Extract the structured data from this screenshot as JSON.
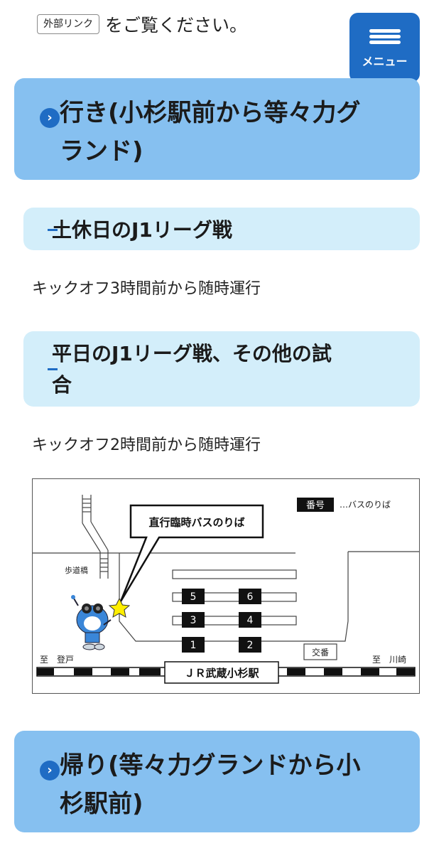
{
  "intro": {
    "link_label": "外部リンク",
    "text": "をご覧ください。"
  },
  "menu": {
    "label": "メニュー"
  },
  "section_outbound": {
    "title_line1": "行き(小杉駅前から等々力グ",
    "title_line2": "ランド)"
  },
  "sub_weekend": {
    "title": "土休日のJ1リーグ戦",
    "text": "キックオフ3時間前から随時運行"
  },
  "sub_weekday": {
    "title_line1": "平日のJ1リーグ戦、その他の試",
    "title_line2": "合",
    "text": "キックオフ2時間前から随時運行"
  },
  "map": {
    "callout": "直行臨時バスのりば",
    "legend_number": "番号",
    "legend_text": "…バスのりば",
    "footbridge": "歩道橋",
    "koban": "交番",
    "to_left": "至　登戸",
    "to_right": "至　川崎",
    "station": "ＪＲ武蔵小杉駅",
    "stops": [
      "5",
      "6",
      "3",
      "4",
      "1",
      "2"
    ]
  },
  "section_return": {
    "title_line1": "帰り(等々力グランドから小",
    "title_line2": "杉駅前)"
  }
}
